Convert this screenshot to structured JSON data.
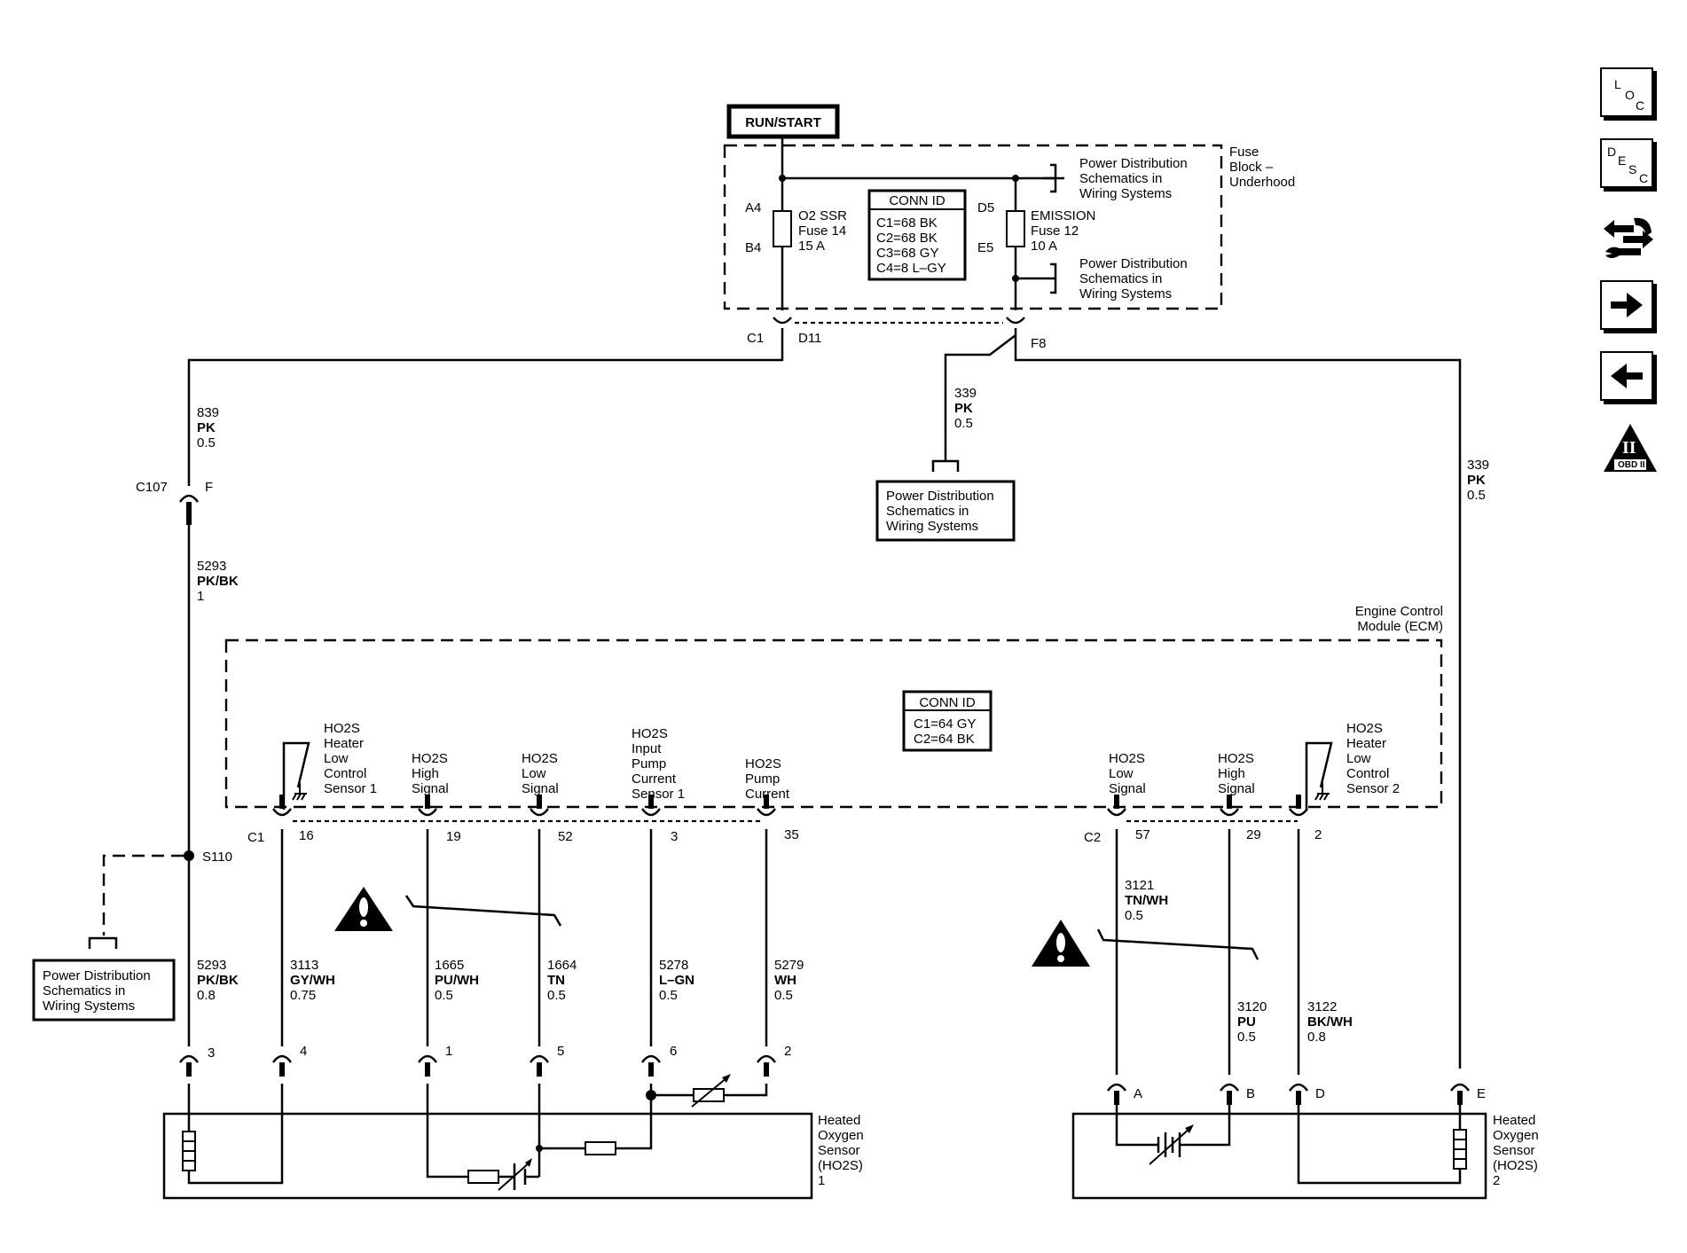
{
  "ignition": {
    "label": "RUN/START"
  },
  "fuse_block": {
    "name": [
      "Fuse",
      "Block –",
      "Underhood"
    ],
    "conn_id_title": "CONN ID",
    "conn_ids": [
      "C1=68 BK",
      "C2=68 BK",
      "C3=68 GY",
      "C4=8 L–GY"
    ],
    "fuse_left": {
      "name": [
        "O2 SSR",
        "Fuse 14",
        "15 A"
      ],
      "top_pin": "A4",
      "bottom_pin": "B4",
      "connector": "C1",
      "pin": "D11"
    },
    "fuse_right": {
      "name": [
        "EMISSION",
        "Fuse 12",
        "10 A"
      ],
      "top_pin": "D5",
      "bottom_pin": "E5",
      "pin": "F8"
    },
    "ref_top": [
      "Power Distribution",
      "Schematics in",
      "Wiring Systems"
    ],
    "ref_bottom": [
      "Power Distribution",
      "Schematics in",
      "Wiring Systems"
    ]
  },
  "wires": {
    "w839": [
      "839",
      "PK",
      "0.5"
    ],
    "w339a": [
      "339",
      "PK",
      "0.5"
    ],
    "w339b": [
      "339",
      "PK",
      "0.5"
    ],
    "w5293a": [
      "5293",
      "PK/BK",
      "1"
    ],
    "w5293b": [
      "5293",
      "PK/BK",
      "0.8"
    ],
    "w3113": [
      "3113",
      "GY/WH",
      "0.75"
    ],
    "w1665": [
      "1665",
      "PU/WH",
      "0.5"
    ],
    "w1664": [
      "1664",
      "TN",
      "0.5"
    ],
    "w5278": [
      "5278",
      "L–GN",
      "0.5"
    ],
    "w5279": [
      "5279",
      "WH",
      "0.5"
    ],
    "w3121": [
      "3121",
      "TN/WH",
      "0.5"
    ],
    "w3120": [
      "3120",
      "PU",
      "0.5"
    ],
    "w3122": [
      "3122",
      "BK/WH",
      "0.8"
    ]
  },
  "c107": {
    "connector": "C107",
    "pin": "F"
  },
  "splice": {
    "label": "S110"
  },
  "ref_center": [
    "Power Distribution",
    "Schematics in",
    "Wiring Systems"
  ],
  "ref_left": [
    "Power Distribution",
    "Schematics in",
    "Wiring Systems"
  ],
  "ecm": {
    "name": [
      "Engine Control",
      "Module (ECM)"
    ],
    "conn_id_title": "CONN ID",
    "conn_ids": [
      "C1=64 GY",
      "C2=64 BK"
    ],
    "c1": "C1",
    "c2": "C2",
    "pins": [
      "16",
      "19",
      "52",
      "3",
      "35",
      "57",
      "29",
      "2"
    ],
    "circuits": {
      "heater1": [
        "HO2S",
        "Heater",
        "Low",
        "Control",
        "Sensor 1"
      ],
      "high1": [
        "HO2S",
        "High",
        "Signal"
      ],
      "low1": [
        "HO2S",
        "Low",
        "Signal"
      ],
      "input_pump": [
        "HO2S",
        "Input",
        "Pump",
        "Current",
        "Sensor 1"
      ],
      "pump_current": [
        "HO2S",
        "Pump",
        "Current"
      ],
      "low2": [
        "HO2S",
        "Low",
        "Signal"
      ],
      "high2": [
        "HO2S",
        "High",
        "Signal"
      ],
      "heater2": [
        "HO2S",
        "Heater",
        "Low",
        "Control",
        "Sensor 2"
      ]
    }
  },
  "sensor1": {
    "name": [
      "Heated",
      "Oxygen",
      "Sensor",
      "(HO2S)",
      "1"
    ],
    "pins": [
      "3",
      "4",
      "1",
      "5",
      "6",
      "2"
    ]
  },
  "sensor2": {
    "name": [
      "Heated",
      "Oxygen",
      "Sensor",
      "(HO2S)",
      "2"
    ],
    "pins": [
      "A",
      "B",
      "D",
      "E"
    ]
  },
  "sidebar": {
    "loc": [
      "L",
      "O",
      "C"
    ],
    "desc": [
      "D",
      "E",
      "S",
      "C"
    ],
    "obd": "OBD II",
    "obd_numeral": "II"
  }
}
